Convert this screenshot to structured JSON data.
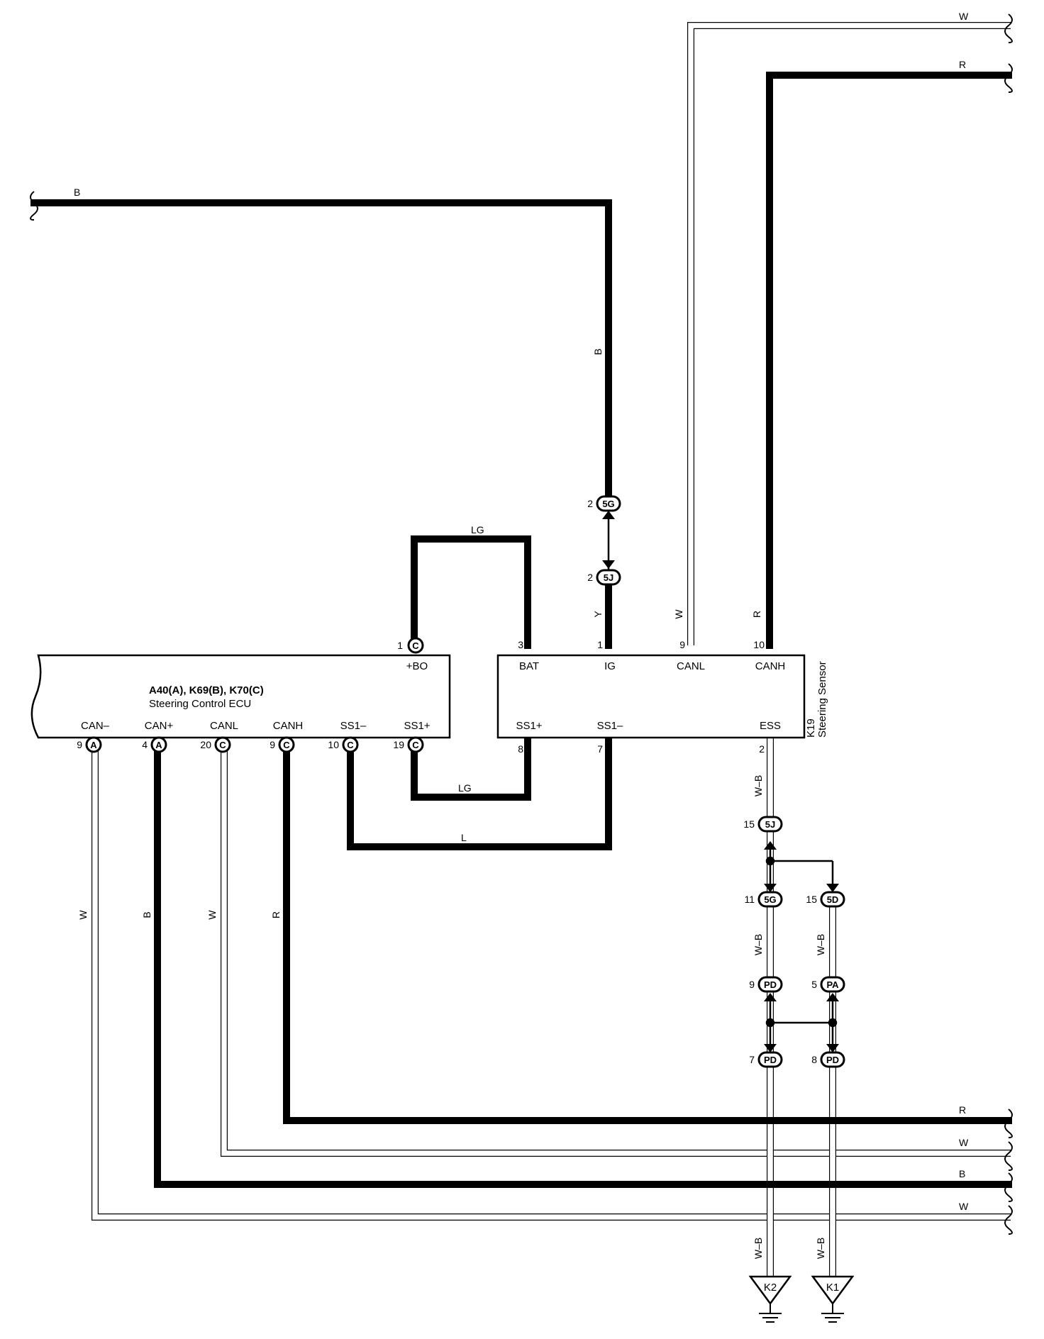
{
  "ecu": {
    "title": "A40(A), K69(B), K70(C)",
    "subtitle": "Steering Control ECU",
    "top_pin": {
      "num": "1",
      "conn": "C",
      "name": "+BO"
    },
    "bottom_pins": [
      {
        "name": "CAN–",
        "num": "9",
        "conn": "A"
      },
      {
        "name": "CAN+",
        "num": "4",
        "conn": "A"
      },
      {
        "name": "CANL",
        "num": "20",
        "conn": "C"
      },
      {
        "name": "CANH",
        "num": "9",
        "conn": "C"
      },
      {
        "name": "SS1–",
        "num": "10",
        "conn": "C"
      },
      {
        "name": "SS1+",
        "num": "19",
        "conn": "C"
      }
    ]
  },
  "sensor": {
    "id": "K19",
    "name": "Steering Sensor",
    "top_pins": [
      {
        "num": "3",
        "name": "BAT"
      },
      {
        "num": "1",
        "name": "IG"
      },
      {
        "num": "9",
        "name": "CANL"
      },
      {
        "num": "10",
        "name": "CANH"
      }
    ],
    "bottom_pins": [
      {
        "num": "8",
        "name": "SS1+"
      },
      {
        "num": "7",
        "name": "SS1–"
      },
      {
        "num": "2",
        "name": "ESS"
      }
    ]
  },
  "wire_colors": {
    "top_w": "W",
    "top_r": "R",
    "top_b": "B",
    "vert_b": "B",
    "y": "Y",
    "w_up": "W",
    "r_up": "R",
    "lg_top": "LG",
    "lg_bottom": "LG",
    "l": "L",
    "left_w1": "W",
    "left_b": "B",
    "left_w2": "W",
    "left_r": "R",
    "wb_main": "W–B",
    "wb_left": "W–B",
    "wb_right": "W–B",
    "wb_gnd_left": "W–B",
    "wb_gnd_right": "W–B",
    "bus_r": "R",
    "bus_w1": "W",
    "bus_b": "B",
    "bus_w2": "W"
  },
  "junctions": [
    {
      "num": "2",
      "code": "5G"
    },
    {
      "num": "2",
      "code": "5J"
    },
    {
      "num": "15",
      "code": "5J"
    },
    {
      "num": "11",
      "code": "5G"
    },
    {
      "num": "15",
      "code": "5D"
    },
    {
      "num": "9",
      "code": "PD"
    },
    {
      "num": "5",
      "code": "PA"
    },
    {
      "num": "7",
      "code": "PD"
    },
    {
      "num": "8",
      "code": "PD"
    }
  ],
  "grounds": [
    {
      "id": "K2"
    },
    {
      "id": "K1"
    }
  ]
}
